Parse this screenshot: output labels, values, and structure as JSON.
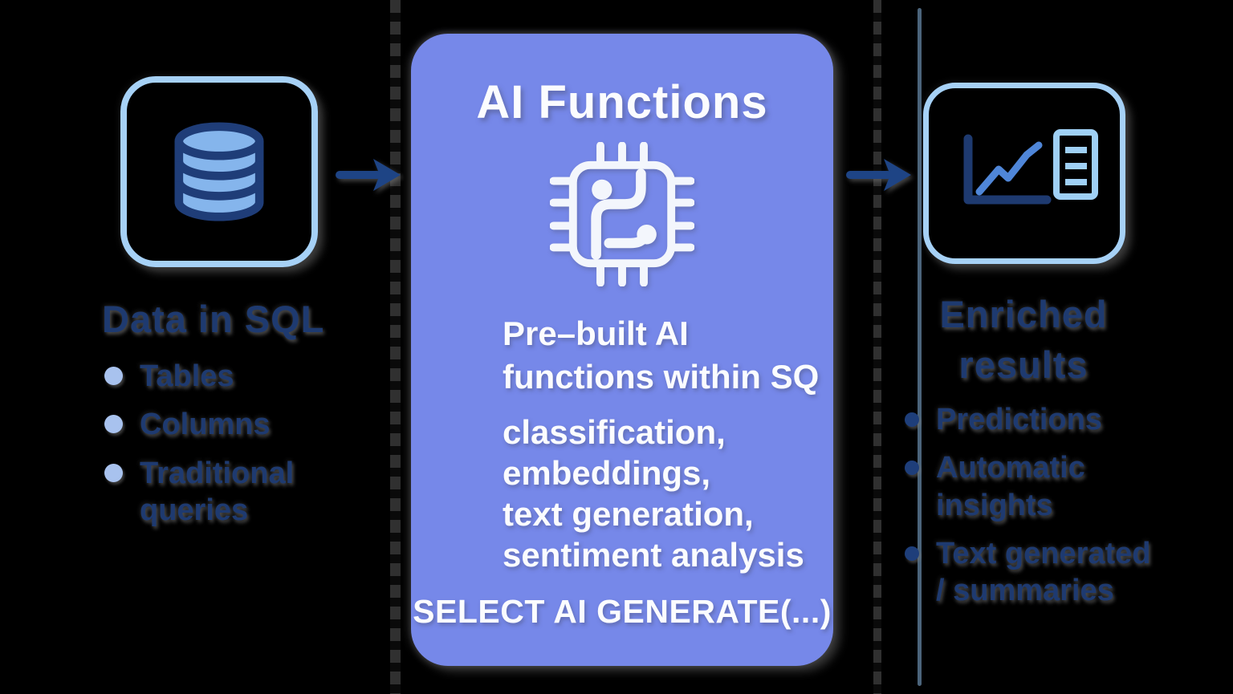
{
  "colors": {
    "background": "#000000",
    "panel_bg": "#7688e9",
    "panel_text": "#fbfcfe",
    "navy_text": "#1e3a70",
    "arrow": "#1e4485",
    "box_border": "#a6d1f6",
    "database_fill": "#85b5ec",
    "bullet_light": "#a8c2ee",
    "chart_line": "#4f86d8",
    "document_stroke": "#9fd0f5"
  },
  "left": {
    "icon": "database-icon",
    "title": "Data in SQL",
    "items": [
      {
        "label": "Tables"
      },
      {
        "label": "Columns"
      },
      {
        "label": "Traditional\nqueries"
      }
    ]
  },
  "center": {
    "icon": "chip-icon",
    "title": "AI Functions",
    "description": "Pre–built AI\nfunctions within SQ",
    "capabilities": "classification,\nembeddings,\ntext generation,\nsentiment analysis",
    "code": "SELECT AI GENERATE(...)"
  },
  "right": {
    "icon": "chart-report-icon",
    "title": "Enriched\nresults",
    "items": [
      {
        "label": "Predictions"
      },
      {
        "label": "Automatic\ninsights"
      },
      {
        "label": "Text generated\n/ summaries"
      }
    ]
  }
}
